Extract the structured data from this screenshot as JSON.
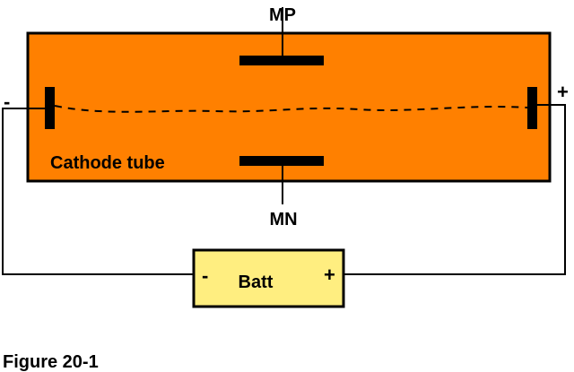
{
  "diagram": {
    "labels": {
      "top_plate": "MP",
      "bottom_plate": "MN",
      "tube": "Cathode tube",
      "cathode_sign": "-",
      "anode_sign": "+",
      "battery": "Batt",
      "battery_minus": "-",
      "battery_plus": "+"
    },
    "caption": "Figure 20-1",
    "colors": {
      "tube_fill": "#ff8000",
      "battery_fill": "#ffee80",
      "stroke": "#000000"
    }
  }
}
